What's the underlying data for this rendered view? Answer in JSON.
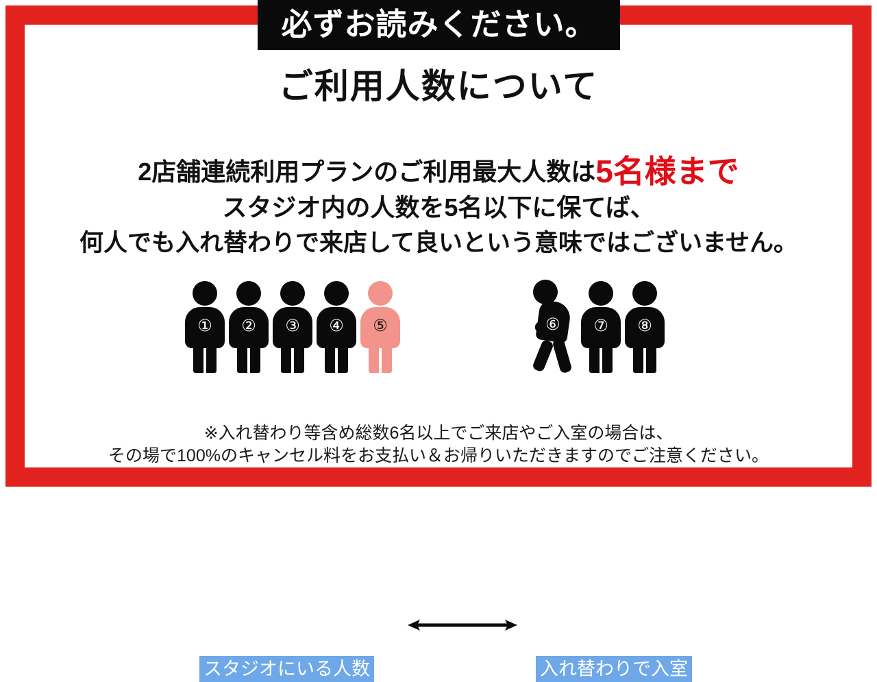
{
  "colors": {
    "frame_red": "#E1221F",
    "banner_bg": "#0A0A0A",
    "banner_text": "#FFFFFF",
    "emphasis_red": "#E00E17",
    "label_blue": "#6EA8E8",
    "figure_black": "#0A0A0A",
    "figure_pink": "#F2948C"
  },
  "banner": {
    "text": "必ずお読みください。"
  },
  "title": {
    "text": "ご利用人数について"
  },
  "body": {
    "line1_prefix": "2店舗連続利用プランのご利用最大人数は",
    "line1_emphasis": "5名様まで",
    "line2": "スタジオ内の人数を5名以下に保てば、",
    "line3": "何人でも入れ替わりで来店して良いという意味ではございません。"
  },
  "diagram": {
    "left_group": {
      "label": "スタジオにいる人数",
      "people": [
        {
          "number": "①",
          "color": "black",
          "pose": "standing"
        },
        {
          "number": "②",
          "color": "black",
          "pose": "standing"
        },
        {
          "number": "③",
          "color": "black",
          "pose": "standing"
        },
        {
          "number": "④",
          "color": "black",
          "pose": "standing"
        },
        {
          "number": "⑤",
          "color": "pink",
          "pose": "standing"
        }
      ]
    },
    "right_group": {
      "label": "入れ替わりで入室",
      "people": [
        {
          "number": "⑥",
          "color": "black",
          "pose": "walking"
        },
        {
          "number": "⑦",
          "color": "black",
          "pose": "standing"
        },
        {
          "number": "⑧",
          "color": "black",
          "pose": "standing"
        }
      ]
    },
    "arrow": {
      "name": "double-headed-arrow",
      "direction": "both"
    }
  },
  "notes": {
    "line1": "※入れ替わり等含め総数6名以上でご来店やご入室の場合は、",
    "line2": "その場で100%のキャンセル料をお支払い＆お帰りいただきますのでご注意ください。"
  }
}
